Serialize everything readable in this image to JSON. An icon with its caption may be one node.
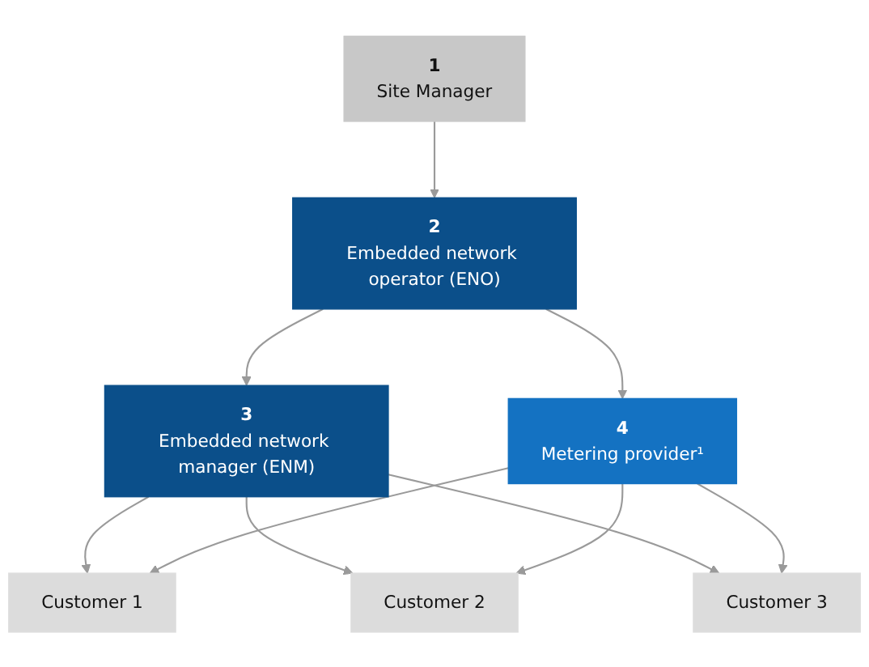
{
  "diagram": {
    "nodes": [
      {
        "text": [
          "1",
          "Site Manager"
        ]
      },
      {
        "text": [
          "2",
          "Embedded network operator (ENO)"
        ]
      },
      {
        "text": [
          "3",
          "Embedded network manager (ENM)"
        ]
      },
      {
        "text": [
          "4",
          "Metering provider¹"
        ]
      },
      {
        "text": [
          "Customer 1"
        ]
      },
      {
        "text": [
          "Customer 2"
        ]
      },
      {
        "text": [
          "Customer 3"
        ]
      }
    ],
    "edges": [
      {
        "from": 0,
        "to": 1,
        "arrow": "to"
      },
      {
        "from": 1,
        "to": 2,
        "arrow": "to"
      },
      {
        "from": 1,
        "to": 3,
        "arrow": "to"
      },
      {
        "from": 2,
        "to": 4,
        "arrow": "to"
      },
      {
        "from": 2,
        "to": 5,
        "arrow": "to"
      },
      {
        "from": 2,
        "to": 6,
        "arrow": "to"
      },
      {
        "from": 3,
        "to": 4,
        "arrow": "to"
      },
      {
        "from": 3,
        "to": 5,
        "arrow": "to"
      },
      {
        "from": 3,
        "to": 6,
        "arrow": "to"
      }
    ]
  }
}
